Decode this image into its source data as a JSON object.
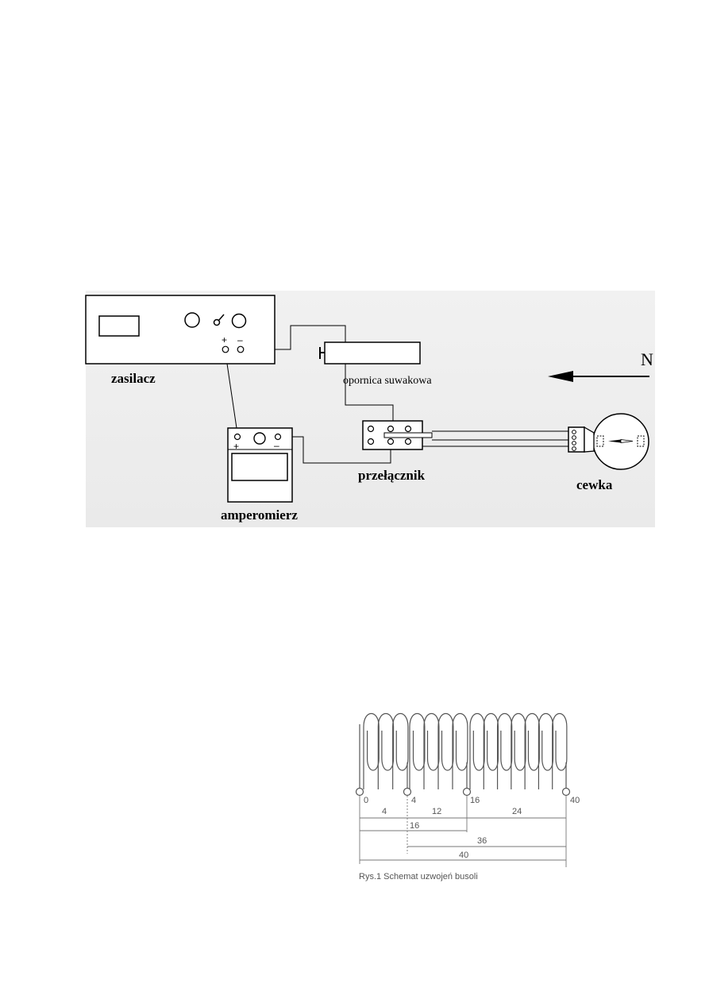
{
  "circuit": {
    "supply_label": "zasilacz",
    "supply_plus": "+",
    "supply_minus": "–",
    "rheostat_label": "opornica suwakowa",
    "north_label": "N",
    "ammeter_label": "amperomierz",
    "ammeter_plus": "+",
    "ammeter_minus": "–",
    "switch_label": "przełącznik",
    "coil_label": "cewka"
  },
  "coil": {
    "tap_labels": [
      "0",
      "4",
      "16",
      "40"
    ],
    "segment_labels": [
      "4",
      "12",
      "24"
    ],
    "span_labels": [
      "16",
      "36",
      "40"
    ],
    "caption": "Rys.1 Schemat uzwojeń busoli"
  }
}
